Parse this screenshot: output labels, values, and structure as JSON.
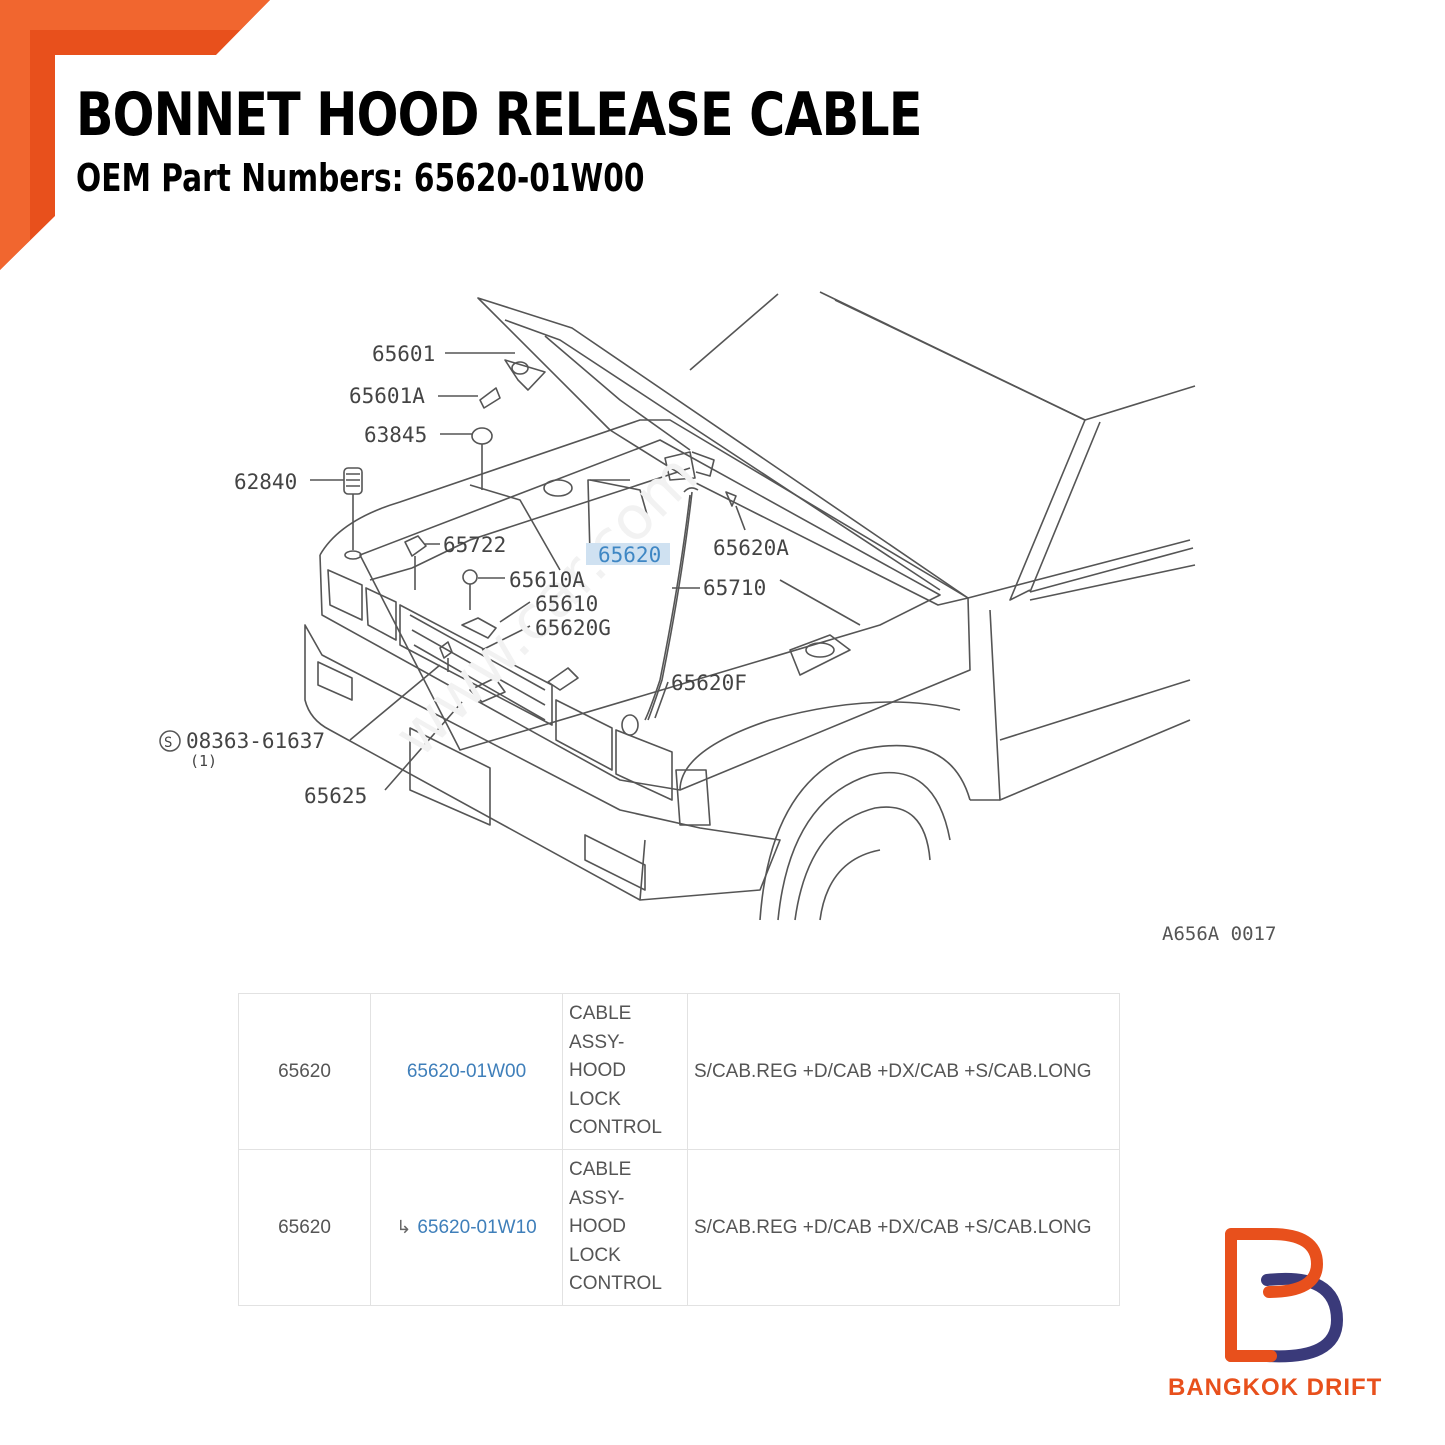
{
  "header": {
    "title": "BONNET HOOD RELEASE CABLE",
    "subtitle": "OEM Part Numbers: 65620-01W00"
  },
  "colors": {
    "accent_orange": "#e8501c",
    "brand_dark": "#3a3a7a",
    "link_blue": "#3f7fba"
  },
  "diagram": {
    "callouts": {
      "c65601": "65601",
      "c65601a": "65601A",
      "c63845": "63845",
      "c62840": "62840",
      "c65722": "65722",
      "c65620": "65620",
      "c65620a": "65620A",
      "c65610a": "65610A",
      "c65610": "65610",
      "c65620g": "65620G",
      "c65710": "65710",
      "c65620f": "65620F",
      "c08363": "08363-61637",
      "c08363_qty": "(1)",
      "c65625": "65625"
    },
    "code": "A656A 0017"
  },
  "parts_table": {
    "rows": [
      {
        "ref": "65620",
        "part_no": "65620-01W00",
        "superseded": false,
        "desc": [
          "CABLE",
          "ASSY-",
          "HOOD",
          "LOCK",
          "CONTROL"
        ],
        "models": "S/CAB.REG +D/CAB +DX/CAB +S/CAB.LONG"
      },
      {
        "ref": "65620",
        "part_no": "65620-01W10",
        "superseded": true,
        "superseded_icon": "return-arrow-icon",
        "desc": [
          "CABLE",
          "ASSY-",
          "HOOD",
          "LOCK",
          "CONTROL"
        ],
        "models": "S/CAB.REG +D/CAB +DX/CAB +S/CAB.LONG"
      }
    ]
  },
  "brand": {
    "name": "BANGKOK DRIFT"
  }
}
